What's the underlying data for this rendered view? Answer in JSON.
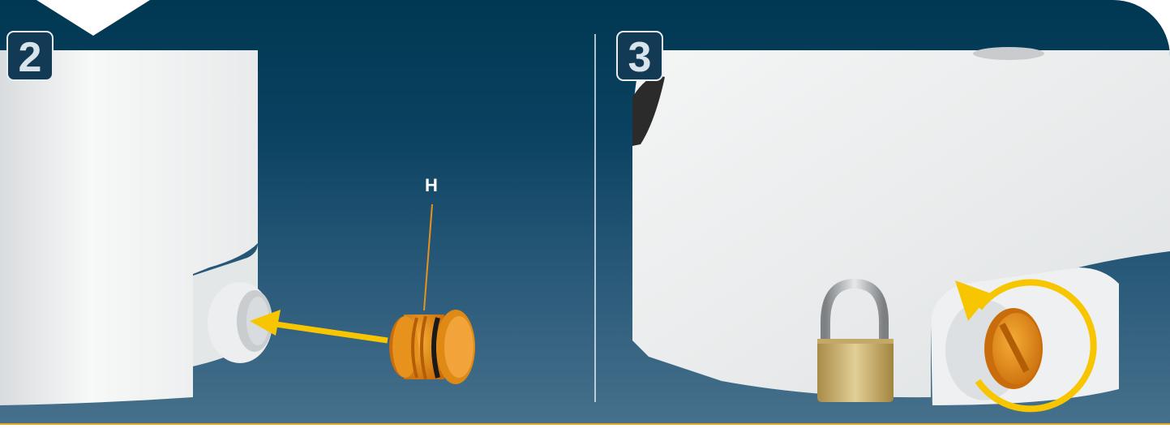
{
  "steps": [
    {
      "number": "2"
    },
    {
      "number": "3"
    }
  ],
  "callout_label": "H",
  "colors": {
    "background_top": "#003852",
    "background_bottom": "#47718c",
    "accent_yellow": "#f7c600",
    "plug_orange": "#e6921c",
    "bottom_line": "#e5a417"
  },
  "icons": [
    "arrow-right-to-left-icon",
    "padlock-icon",
    "rotate-counterclockwise-icon"
  ]
}
